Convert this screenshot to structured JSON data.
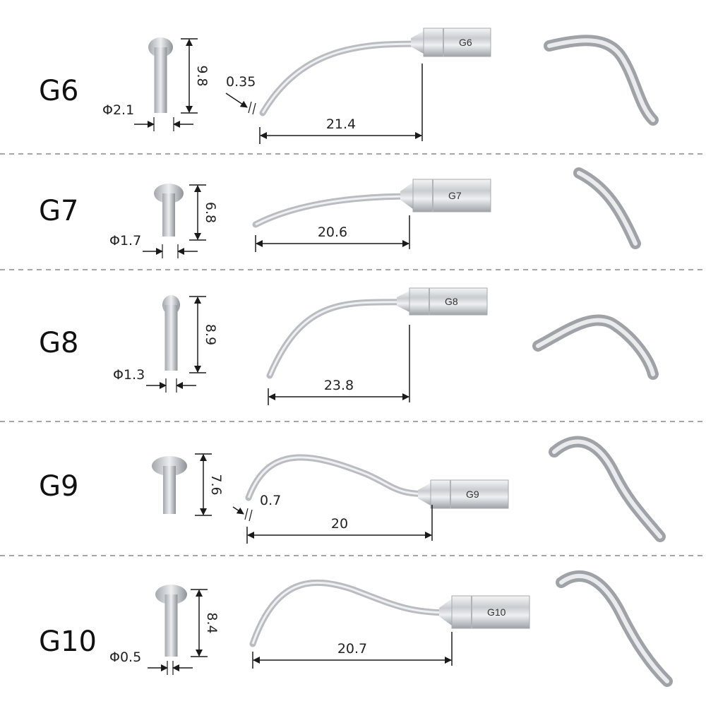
{
  "tips": [
    {
      "model": "G6",
      "tip_length": "9.8",
      "diameter": "Φ2.1",
      "span": "21.4",
      "tip_thickness": "0.35",
      "engraving": "G6"
    },
    {
      "model": "G7",
      "tip_length": "6.8",
      "diameter": "Φ1.7",
      "span": "20.6",
      "engraving": "G7"
    },
    {
      "model": "G8",
      "tip_length": "8.9",
      "diameter": "Φ1.3",
      "span": "23.8",
      "engraving": "G8"
    },
    {
      "model": "G9",
      "tip_length": "7.6",
      "span": "20",
      "tip_thickness": "0.7",
      "engraving": "G9"
    },
    {
      "model": "G10",
      "tip_length": "8.4",
      "diameter": "Φ0.5",
      "span": "20.7",
      "engraving": "G10"
    }
  ],
  "colors": {
    "metal_light": "#e6e8ea",
    "metal_dark": "#9a9ea3",
    "dim_line": "#1a1a1a",
    "separator": "#888888"
  }
}
